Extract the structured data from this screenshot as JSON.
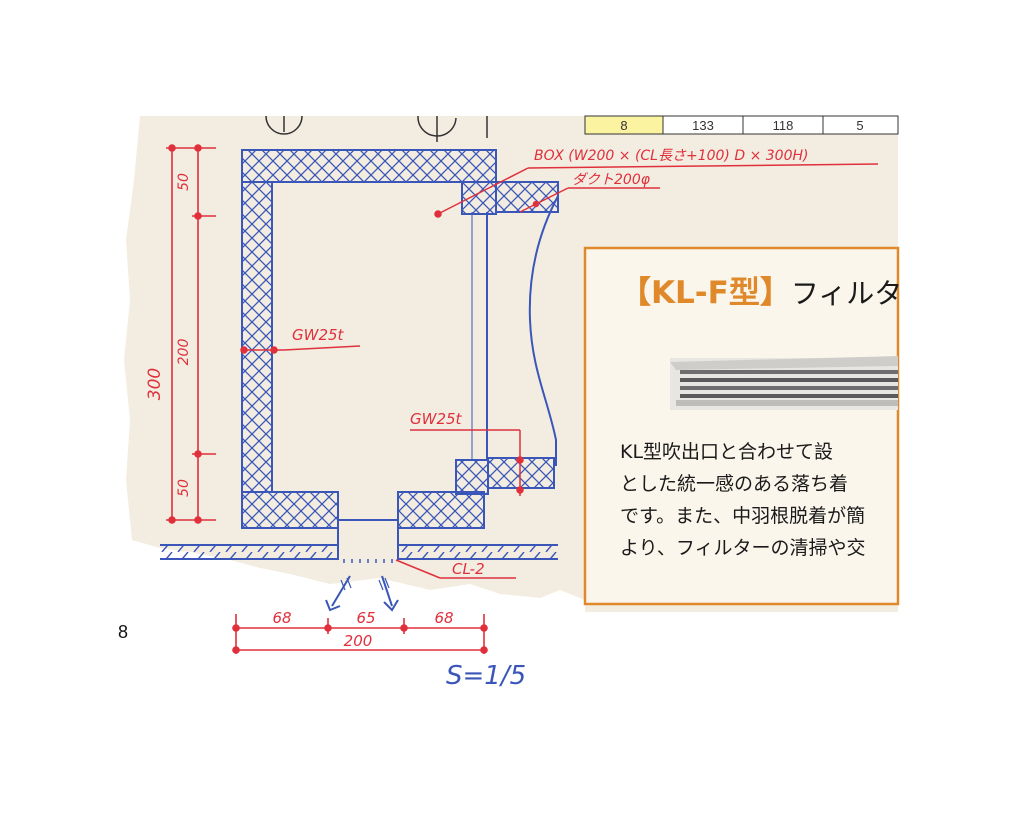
{
  "page": {
    "number": "8"
  },
  "spec_table": {
    "cells": [
      "8",
      "133",
      "118",
      "5"
    ]
  },
  "brochure": {
    "title_bracket_open": "【",
    "title_model": "KL-F型",
    "title_bracket_close": "】",
    "title_rest": "フィルタ",
    "body_lines": [
      "KL型吹出口と合わせて設",
      "とした統一感のある落ち着",
      "です。また、中羽根脱着が簡",
      "より、フィルターの清掃や交"
    ]
  },
  "annotations": {
    "box_note": "BOX (W200 × (CL長さ+100) D × 300H)",
    "duct_note": "ダクト200φ",
    "insulation_left": "GW25t",
    "insulation_right": "GW25t",
    "grille": "CL-2",
    "scale": "S=1/5"
  },
  "dimensions": {
    "vertical_total": "300",
    "vertical_segments": [
      "50",
      "200",
      "50"
    ],
    "horizontal_total": "200",
    "horizontal_segments": [
      "68",
      "65",
      "68"
    ]
  },
  "colors": {
    "sketch_blue": "#3a56b8",
    "dimension_red": "#e0303c",
    "accent_orange": "#e0892a",
    "table_yellow": "#fbf3a0",
    "paper": "#f3ede1"
  }
}
